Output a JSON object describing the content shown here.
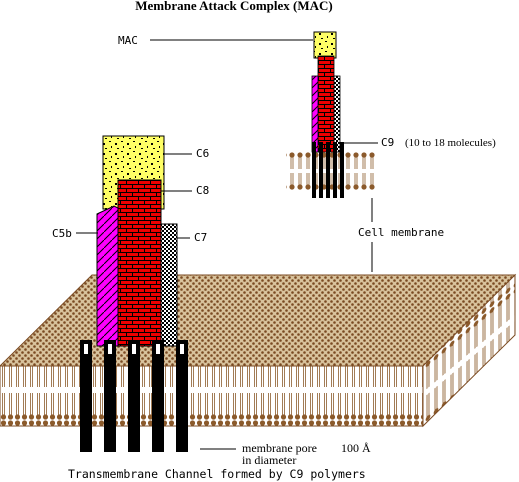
{
  "title": "Membrane Attack Complex (MAC)",
  "labels": {
    "mac": "MAC",
    "c6": "C6",
    "c8": "C8",
    "c5b": "C5b",
    "c7": "C7",
    "c9": "C9",
    "c9_note": "(10 to 18 molecules)",
    "cell_membrane": "Cell membrane",
    "pore_line1": "membrane pore",
    "pore_size": "100 Å",
    "pore_line2": "in diameter",
    "caption": "Transmembrane Channel formed by C9 polymers"
  },
  "colors": {
    "c6_yellow": "#ffff66",
    "c8_red": "#ee0000",
    "c5b_magenta": "#ff00ff",
    "c9_black": "#000000",
    "membrane_brown": "#8b5a2b",
    "membrane_tan": "#c8a878"
  }
}
